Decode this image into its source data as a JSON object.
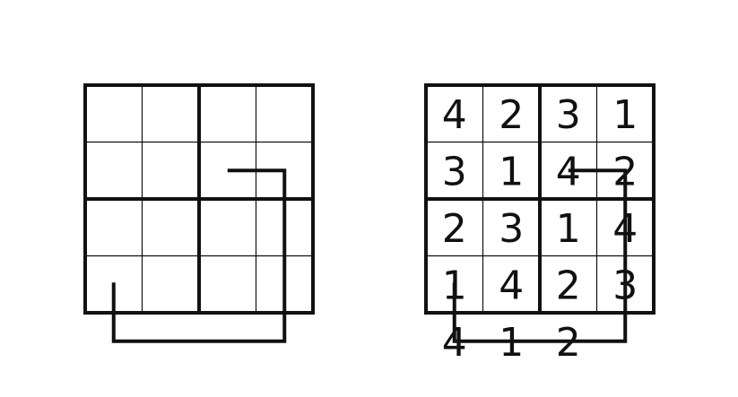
{
  "colors": {
    "ink": "#111111",
    "background": "#ffffff"
  },
  "puzzle": {
    "size": 4,
    "box_rows": 2,
    "box_cols": 2,
    "path_cells": [
      [
        3,
        0
      ],
      [
        4,
        0
      ],
      [
        4,
        1
      ],
      [
        4,
        2
      ],
      [
        4,
        3
      ],
      [
        3,
        3
      ],
      [
        2,
        3
      ],
      [
        1,
        3
      ],
      [
        1,
        2
      ]
    ]
  },
  "solution": {
    "grid": [
      [
        "4",
        "2",
        "3",
        "1"
      ],
      [
        "3",
        "1",
        "4",
        "2"
      ],
      [
        "2",
        "3",
        "1",
        "4"
      ],
      [
        "1",
        "4",
        "2",
        "3"
      ]
    ],
    "extra_row": [
      "4",
      "1",
      "2"
    ],
    "path_cells": [
      [
        3,
        0
      ],
      [
        4,
        0
      ],
      [
        4,
        1
      ],
      [
        4,
        2
      ],
      [
        4,
        3
      ],
      [
        3,
        3
      ],
      [
        2,
        3
      ],
      [
        1,
        3
      ],
      [
        1,
        2
      ]
    ]
  }
}
